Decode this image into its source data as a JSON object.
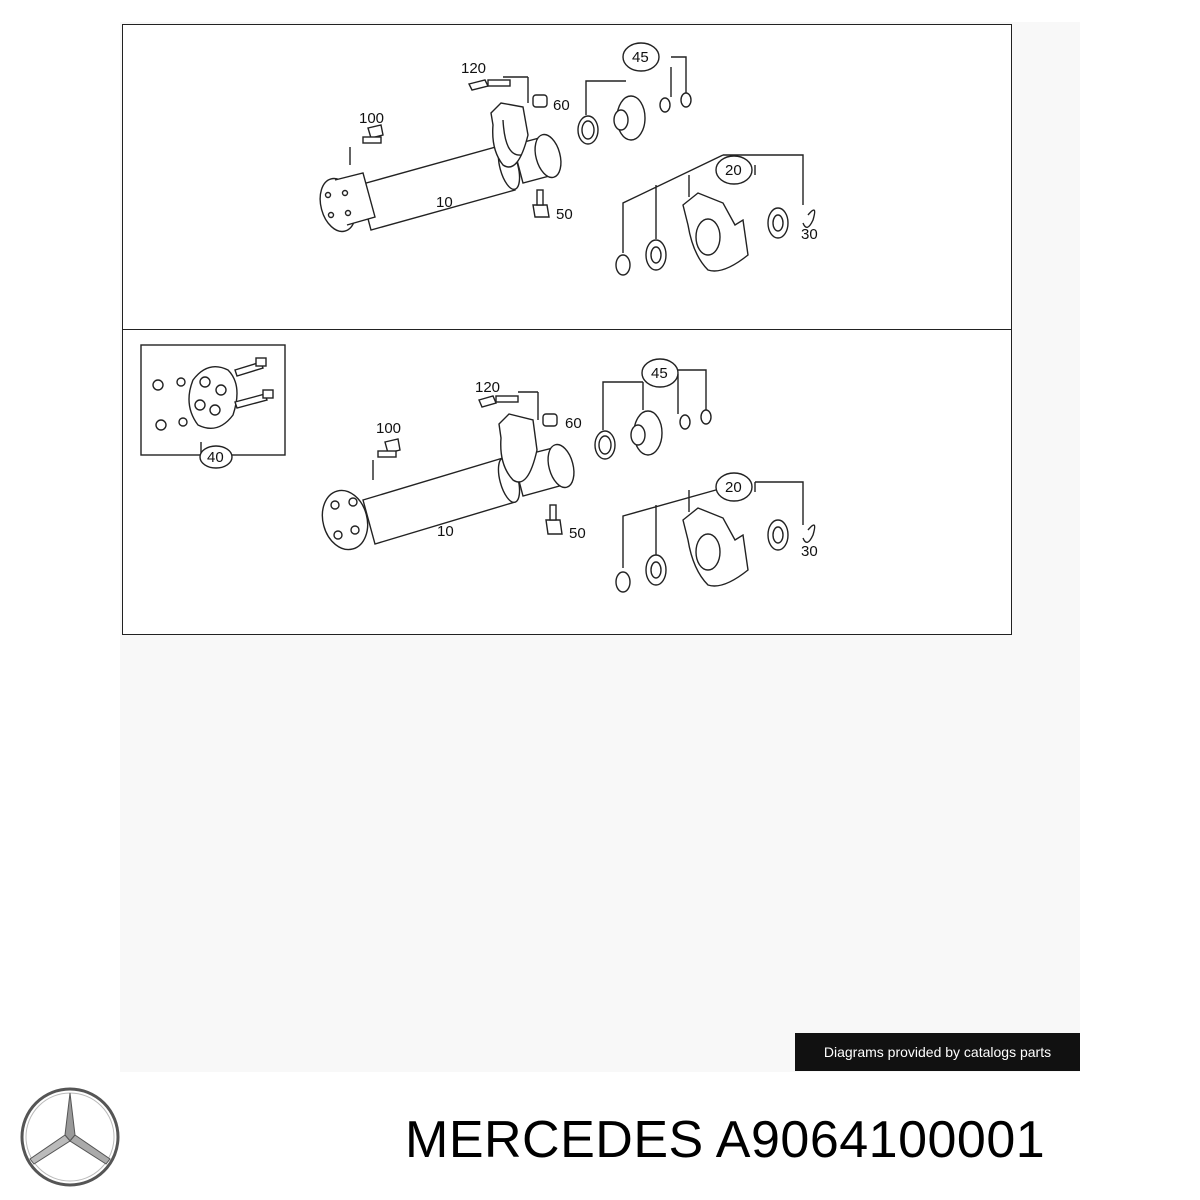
{
  "diagrams": [
    {
      "callouts": {
        "shaft": "10",
        "bearing_set": "20",
        "circlip": "30",
        "flange_set": "45",
        "bolt_lower": "50",
        "bushing": "60",
        "bolt_side": "100",
        "bolt_top": "120"
      }
    },
    {
      "callouts": {
        "shaft": "10",
        "bearing_set": "20",
        "circlip": "30",
        "flex_disc_kit": "40",
        "flange_set": "45",
        "bolt_lower": "50",
        "bushing": "60",
        "bolt_side": "100",
        "bolt_top": "120"
      }
    }
  ],
  "credit": "Diagrams provided by catalogs parts",
  "brand": "MERCEDES",
  "part_number": "A9064100001",
  "logo": "mercedes-star-logo",
  "colors": {
    "background": "#ffffff",
    "area": "#f8f8f8",
    "line": "#222222",
    "credit_bg": "#111111",
    "credit_text": "#ffffff"
  }
}
